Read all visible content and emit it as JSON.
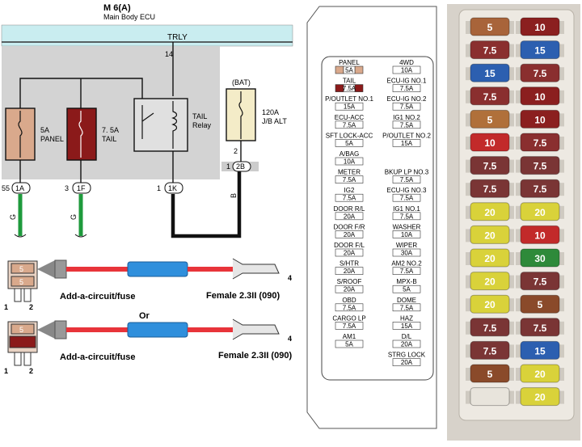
{
  "colors": {
    "ecu_band": "#c9edf0",
    "ecu_body": "#d3d3d3",
    "panel_fuse": "#d9a98c",
    "tail_fuse": "#8b1a1a",
    "relay_box": "#e0e0e0",
    "bat_fuse": "#f4ecc8",
    "wire_green": "#1e9a3c",
    "wire_red": "#e8343a",
    "wire_blue": "#2f8fdc",
    "fusebox_bg": "#ffffff",
    "photo_bg": "#d7d2ca"
  },
  "schematic": {
    "ecu_code": "M 6(A)",
    "ecu_name": "Main Body ECU",
    "trly_label": "TRLY",
    "pin_14": "14",
    "panel_fuse": {
      "amp": "5A",
      "name": "PANEL",
      "pin_num": "55",
      "pin_code": "1A",
      "wire": "G"
    },
    "tail_fuse": {
      "amp": "7. 5A",
      "name": "TAIL",
      "pin_num": "3",
      "pin_code": "1F",
      "wire": "G"
    },
    "tail_relay": {
      "line1": "TAIL",
      "line2": "Relay",
      "pin_num": "1",
      "pin_code": "1K"
    },
    "bat": {
      "label": "(BAT)",
      "amp": "120A",
      "name": "J/B ALT",
      "pin_top": "2",
      "pin_num": "1",
      "pin_code": "2B",
      "wire": "B"
    }
  },
  "add_circuit": [
    {
      "fuse_top": "5",
      "fuse_bottom": "5",
      "label": "Add-a-circuit/fuse",
      "female": "Female 2.3II (090)",
      "pin1": "1",
      "pin2": "2",
      "pin4": "4"
    },
    {
      "fuse_top": "5",
      "fuse_bottom": "",
      "label": "Add-a-circuit/fuse",
      "female": "Female 2.3II (090)",
      "pin1": "1",
      "pin2": "2",
      "pin4": "4"
    }
  ],
  "or_label": "Or",
  "fusebox": {
    "rows": [
      {
        "left": {
          "name": "PANEL",
          "amp": "5A",
          "hl": "panel"
        },
        "right": {
          "name": "4WD",
          "amp": "10A"
        }
      },
      {
        "left": {
          "name": "TAIL",
          "amp": "7.5A",
          "hl": "tail"
        },
        "right": {
          "name": "ECU-IG NO.1",
          "amp": "7.5A"
        }
      },
      {
        "left": {
          "name": "P/OUTLET NO.1",
          "amp": "15A"
        },
        "right": {
          "name": "ECU-IG NO.2",
          "amp": "7.5A"
        }
      },
      {
        "left": {
          "name": "ECU-ACC",
          "amp": "7.5A"
        },
        "right": {
          "name": "IG1 NO.2",
          "amp": "7.5A"
        }
      },
      {
        "left": {
          "name": "SFT LOCK-ACC",
          "amp": "5A"
        },
        "right": {
          "name": "P/OUTLET NO.2",
          "amp": "15A"
        }
      },
      {
        "left": {
          "name": "A/BAG",
          "amp": "10A"
        },
        "right": null
      },
      {
        "left": {
          "name": "METER",
          "amp": "7.5A"
        },
        "right": {
          "name": "BKUP LP NO.3",
          "amp": "7.5A"
        }
      },
      {
        "left": {
          "name": "IG2",
          "amp": "7.5A"
        },
        "right": {
          "name": "ECU-IG NO.3",
          "amp": "7.5A"
        }
      },
      {
        "left": {
          "name": "DOOR R/L",
          "amp": "20A"
        },
        "right": {
          "name": "IG1 NO.1",
          "amp": "7.5A"
        }
      },
      {
        "left": {
          "name": "DOOR F/R",
          "amp": "20A"
        },
        "right": {
          "name": "WASHER",
          "amp": "10A"
        }
      },
      {
        "left": {
          "name": "DOOR F/L",
          "amp": "20A"
        },
        "right": {
          "name": "WIPER",
          "amp": "30A"
        }
      },
      {
        "left": {
          "name": "S/HTR",
          "amp": "20A"
        },
        "right": {
          "name": "AM2 NO.2",
          "amp": "7.5A"
        }
      },
      {
        "left": {
          "name": "S/ROOF",
          "amp": "20A"
        },
        "right": {
          "name": "MPX-B",
          "amp": "5A"
        }
      },
      {
        "left": {
          "name": "OBD",
          "amp": "7.5A"
        },
        "right": {
          "name": "DOME",
          "amp": "7.5A"
        }
      },
      {
        "left": {
          "name": "CARGO LP",
          "amp": "7.5A"
        },
        "right": {
          "name": "HAZ",
          "amp": "15A"
        }
      },
      {
        "left": {
          "name": "AM1",
          "amp": "5A"
        },
        "right": {
          "name": "D/L",
          "amp": "20A"
        }
      },
      {
        "left": null,
        "right": {
          "name": "STRG LOCK",
          "amp": "20A"
        }
      }
    ]
  },
  "photo": {
    "fuses": [
      {
        "label": "5",
        "color": "#a8643a"
      },
      {
        "label": "10",
        "color": "#8b1f1f"
      },
      {
        "label": "7.5",
        "color": "#8a2f2f"
      },
      {
        "label": "15",
        "color": "#2c5fb0"
      },
      {
        "label": "15",
        "color": "#2c5fb0"
      },
      {
        "label": "7.5",
        "color": "#8a2f2f"
      },
      {
        "label": "7.5",
        "color": "#8a2f2f"
      },
      {
        "label": "10",
        "color": "#8b1f1f"
      },
      {
        "label": "5",
        "color": "#b0703a"
      },
      {
        "label": "10",
        "color": "#8b1f1f"
      },
      {
        "label": "10",
        "color": "#c22a2a"
      },
      {
        "label": "7.5",
        "color": "#8a2f2f"
      },
      {
        "label": "7.5",
        "color": "#7a3535"
      },
      {
        "label": "7.5",
        "color": "#7a3535"
      },
      {
        "label": "7.5",
        "color": "#7a3535"
      },
      {
        "label": "7.5",
        "color": "#7a3535"
      },
      {
        "label": "20",
        "color": "#d9d23a"
      },
      {
        "label": "20",
        "color": "#d9d23a"
      },
      {
        "label": "20",
        "color": "#d9d23a"
      },
      {
        "label": "10",
        "color": "#c22a2a"
      },
      {
        "label": "20",
        "color": "#d9d23a"
      },
      {
        "label": "30",
        "color": "#2e8a3a"
      },
      {
        "label": "20",
        "color": "#d9d23a"
      },
      {
        "label": "7.5",
        "color": "#7a3535"
      },
      {
        "label": "20",
        "color": "#d9d23a"
      },
      {
        "label": "5",
        "color": "#8a4a2a"
      },
      {
        "label": "7.5",
        "color": "#7a3535"
      },
      {
        "label": "7.5",
        "color": "#7a3535"
      },
      {
        "label": "7.5",
        "color": "#7a3535"
      },
      {
        "label": "15",
        "color": "#2c5fb0"
      },
      {
        "label": "5",
        "color": "#8a4a2a"
      },
      {
        "label": "20",
        "color": "#d9d23a"
      },
      {
        "label": "",
        "color": "#e8e4dc"
      },
      {
        "label": "20",
        "color": "#d9d23a"
      }
    ]
  }
}
